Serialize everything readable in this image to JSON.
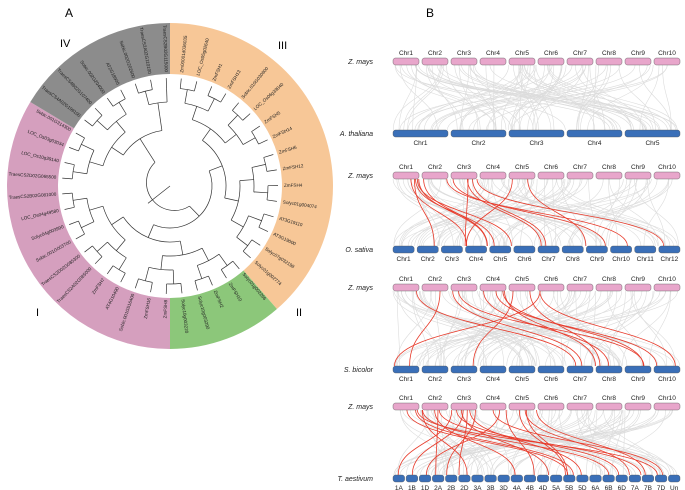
{
  "panels": {
    "A": {
      "letter": "A",
      "groups": [
        {
          "roman": "I",
          "color": "#d59fbe"
        },
        {
          "roman": "II",
          "color": "#8cc77a"
        },
        {
          "roman": "III",
          "color": "#f7c797"
        },
        {
          "roman": "IV",
          "color": "#8c8c8c"
        }
      ],
      "leaves_visible": [
        "Zm00001d036035",
        "LOC_Os05g02640",
        "ZmFSH1",
        "ZmFSH13",
        "Sobic.010G030800",
        "LOC_Os06g39040",
        "ZmFSH5",
        "ZmFSH14",
        "ZmFSH6",
        "ZmFSH12",
        "ZmFSH4",
        "Solyc01g004074",
        "AT3G19110",
        "AT3G19000",
        "Solyc07g032198",
        "Solyc01g002774",
        "Solyc01g002266",
        "ZmFSH10",
        "ZmFSH2",
        "Solyc10g003290",
        "Solyc10g003220",
        "ZmFSH8",
        "ZmFSH16",
        "Sobic.001G516400",
        "AT4G10490",
        "ZmFSH7",
        "TraesCS2A02G085000",
        "TraesCS2D02G085300",
        "Sobic.001G003700",
        "Solyc04g003990",
        "LOC_Os04g49580",
        "TraesCS2B02G081000",
        "TraesCS2D02G065500",
        "LOC_Os10g39140",
        "LOC_Os03g03034",
        "Sobic.001G314300",
        "TraesCS4A02G199100",
        "TraesCS4B02G107400",
        "Sobic.002G204000",
        "AT2G18900",
        "Sobic.002G202600",
        "TraesCS2A02G110100",
        "TraesCS2B02G115000"
      ]
    },
    "B": {
      "letter": "B",
      "z_mays": {
        "species": "Z. mays",
        "chromosomes": [
          "Chr1",
          "Chr2",
          "Chr3",
          "Chr4",
          "Chr5",
          "Chr6",
          "Chr7",
          "Chr8",
          "Chr9",
          "Chr10"
        ]
      },
      "comparisons": [
        {
          "species": "A. thaliana",
          "chromosomes": [
            "Chr1",
            "Chr2",
            "Chr3",
            "Chr4",
            "Chr5"
          ]
        },
        {
          "species": "O. sativa",
          "chromosomes": [
            "Chr1",
            "Chr2",
            "Chr3",
            "Chr4",
            "Chr5",
            "Chr6",
            "Chr7",
            "Chr8",
            "Chr9",
            "Chr10",
            "Chr11",
            "Chr12"
          ]
        },
        {
          "species": "S. bicolor",
          "chromosomes": [
            "Chr1",
            "Chr2",
            "Chr3",
            "Chr4",
            "Chr5",
            "Chr6",
            "Chr7",
            "Chr8",
            "Chr9",
            "Chr10"
          ]
        },
        {
          "species": "T. aestivum",
          "chromosomes": [
            "1A",
            "1B",
            "1D",
            "2A",
            "2B",
            "2D",
            "3A",
            "3B",
            "3D",
            "4A",
            "4B",
            "4D",
            "5A",
            "5B",
            "5D",
            "6A",
            "6B",
            "6D",
            "7A",
            "7B",
            "7D",
            "Un"
          ]
        }
      ],
      "colors": {
        "maize": "#e8a6cb",
        "other": "#3a6fb8",
        "link_bg": "#dcdcdc",
        "link_hl": "#e83b2b"
      }
    }
  }
}
